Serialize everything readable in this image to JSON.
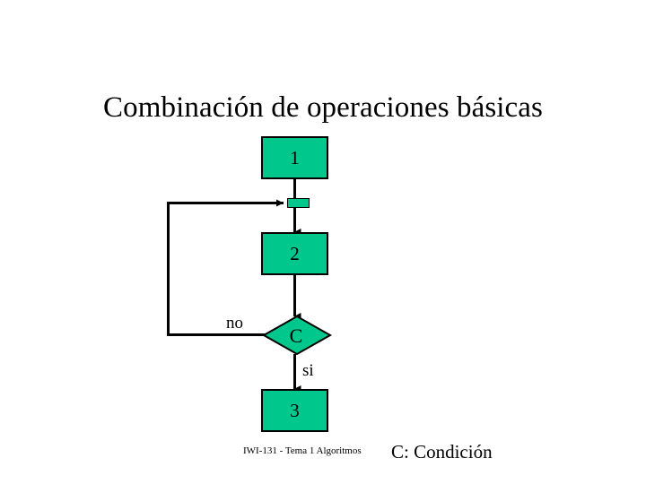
{
  "slide": {
    "title": "Combinación de operaciones básicas",
    "background_color": "#FFFFFF"
  },
  "theme": {
    "shape_fill": "#00C78C",
    "shape_stroke": "#000000",
    "text_color": "#000000"
  },
  "flowchart": {
    "nodes": [
      {
        "id": "n1",
        "shape": "rectangle",
        "label": "1"
      },
      {
        "id": "junction",
        "shape": "rectangle-small",
        "label": ""
      },
      {
        "id": "n2",
        "shape": "rectangle",
        "label": "2"
      },
      {
        "id": "c",
        "shape": "diamond",
        "label": "C"
      },
      {
        "id": "n3",
        "shape": "rectangle",
        "label": "3"
      }
    ],
    "edge_labels": {
      "no": "no",
      "si": "si"
    }
  },
  "footer": {
    "note": "IWI-131 - Tema 1 Algoritmos"
  },
  "legend": {
    "condition": "C: Condición"
  }
}
